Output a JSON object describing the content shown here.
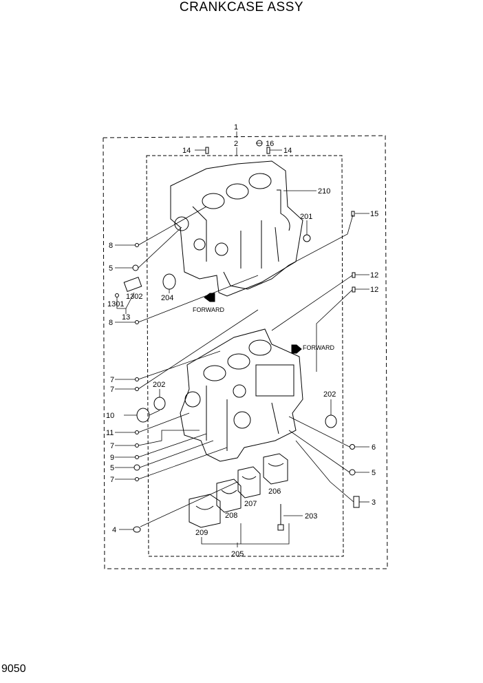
{
  "title": "CRANKCASE ASSY",
  "page_number": "9050",
  "forward_label": "FORWARD",
  "callouts": {
    "c1": "1",
    "c2": "2",
    "c3": "3",
    "c4": "4",
    "c5": "5",
    "c6": "6",
    "c7": "7",
    "c8": "8",
    "c9": "9",
    "c10": "10",
    "c11": "11",
    "c12": "12",
    "c13": "13",
    "c14": "14",
    "c15": "15",
    "c16": "16",
    "c201": "201",
    "c202": "202",
    "c203": "203",
    "c204": "204",
    "c205": "205",
    "c206": "206",
    "c207": "207",
    "c208": "208",
    "c209": "209",
    "c210": "210",
    "c1301": "1301",
    "c1302": "1302"
  }
}
